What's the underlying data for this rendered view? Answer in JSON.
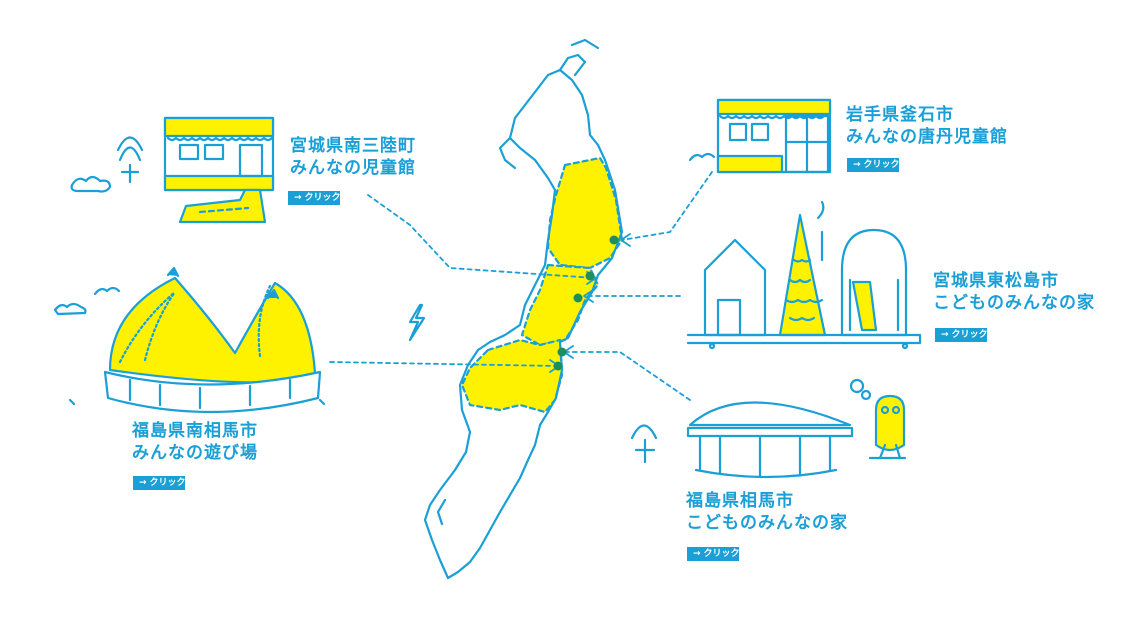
{
  "colors": {
    "line": "#1a9fd6",
    "highlight": "#fff200",
    "marker": "#1e8f5a",
    "button_bg": "#1a9fd6",
    "button_text": "#ffffff"
  },
  "icons": {
    "button_arrow": "arrow-right-icon",
    "map": "tohoku-region-map",
    "lightning": "lightning-icon",
    "owl": "owl-icon"
  },
  "button_arrow_glyph": "→",
  "locations": [
    {
      "id": "minamisanriku",
      "name_line1": "宮城県南三陸町",
      "name_line2": "みんなの児童館",
      "button_label": "クリック"
    },
    {
      "id": "kamaishi",
      "name_line1": "岩手県釜石市",
      "name_line2": "みんなの唐丹児童館",
      "button_label": "クリック"
    },
    {
      "id": "higashimatsushima",
      "name_line1": "宮城県東松島市",
      "name_line2": "こどものみんなの家",
      "button_label": "クリック"
    },
    {
      "id": "minamisoma",
      "name_line1": "福島県南相馬市",
      "name_line2": "みんなの遊び場",
      "button_label": "クリック"
    },
    {
      "id": "soma",
      "name_line1": "福島県相馬市",
      "name_line2": "こどものみんなの家",
      "button_label": "クリック"
    }
  ]
}
